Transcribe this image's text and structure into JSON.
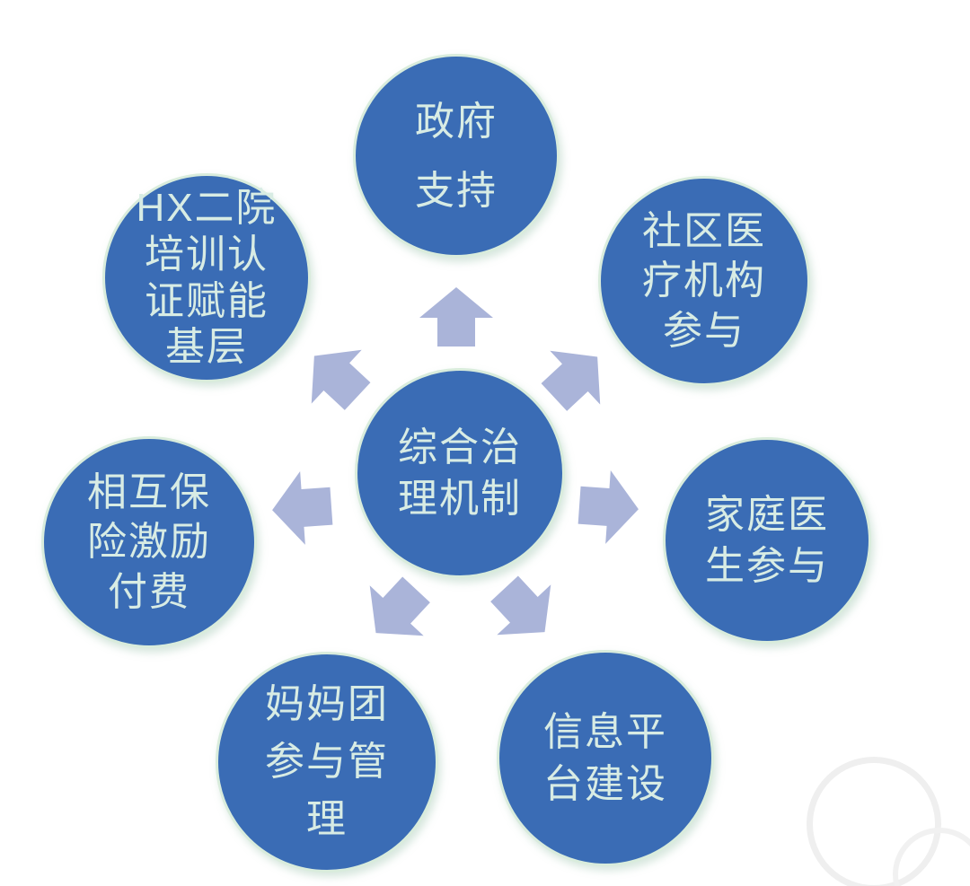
{
  "diagram": {
    "title": "综合治理机制",
    "center_node": {
      "id": "center",
      "label": "综合治\n理机制",
      "text": "综合治理机制"
    },
    "nodes": [
      {
        "id": "gov",
        "position": "top",
        "label": "政府\n支持",
        "text": "政府支持"
      },
      {
        "id": "hx",
        "position": "top-left",
        "label": "HX二院\n培训认\n证赋能\n基层",
        "text": "HX二院培训认证赋能基层"
      },
      {
        "id": "community",
        "position": "top-right",
        "label": "社区医\n疗机构\n参与",
        "text": "社区医疗机构参与"
      },
      {
        "id": "insurance",
        "position": "left",
        "label": "相互保\n险激励\n付费",
        "text": "相互保险激励付费"
      },
      {
        "id": "family",
        "position": "right",
        "label": "家庭医\n生参与",
        "text": "家庭医生参与"
      },
      {
        "id": "mama",
        "position": "bottom-left",
        "label": "妈妈团\n参与管\n理",
        "text": "妈妈团参与管理"
      },
      {
        "id": "info",
        "position": "bottom-right",
        "label": "信息平\n台建设",
        "text": "信息平台建设"
      }
    ],
    "arrows": [
      {
        "icon": "arrow-up-icon",
        "direction": "up",
        "from": "综合治理机制",
        "to": "政府支持"
      },
      {
        "icon": "arrow-up-left-icon",
        "direction": "up-left",
        "from": "综合治理机制",
        "to": "HX二院培训认证赋能基层"
      },
      {
        "icon": "arrow-up-right-icon",
        "direction": "up-right",
        "from": "综合治理机制",
        "to": "社区医疗机构参与"
      },
      {
        "icon": "arrow-left-icon",
        "direction": "left",
        "from": "综合治理机制",
        "to": "相互保险激励付费"
      },
      {
        "icon": "arrow-right-icon",
        "direction": "right",
        "from": "综合治理机制",
        "to": "家庭医生参与"
      },
      {
        "icon": "arrow-down-left-icon",
        "direction": "down-left",
        "from": "综合治理机制",
        "to": "妈妈团参与管理"
      },
      {
        "icon": "arrow-down-right-icon",
        "direction": "down-right",
        "from": "综合治理机制",
        "to": "信息平台建设"
      }
    ]
  },
  "colors": {
    "node_fill": "#3a6cb5",
    "node_border": "#d9ecdc",
    "node_text": "#d8ece4",
    "arrow": "#aab4d9",
    "background": "#ffffff",
    "watermark": "#efefef"
  }
}
